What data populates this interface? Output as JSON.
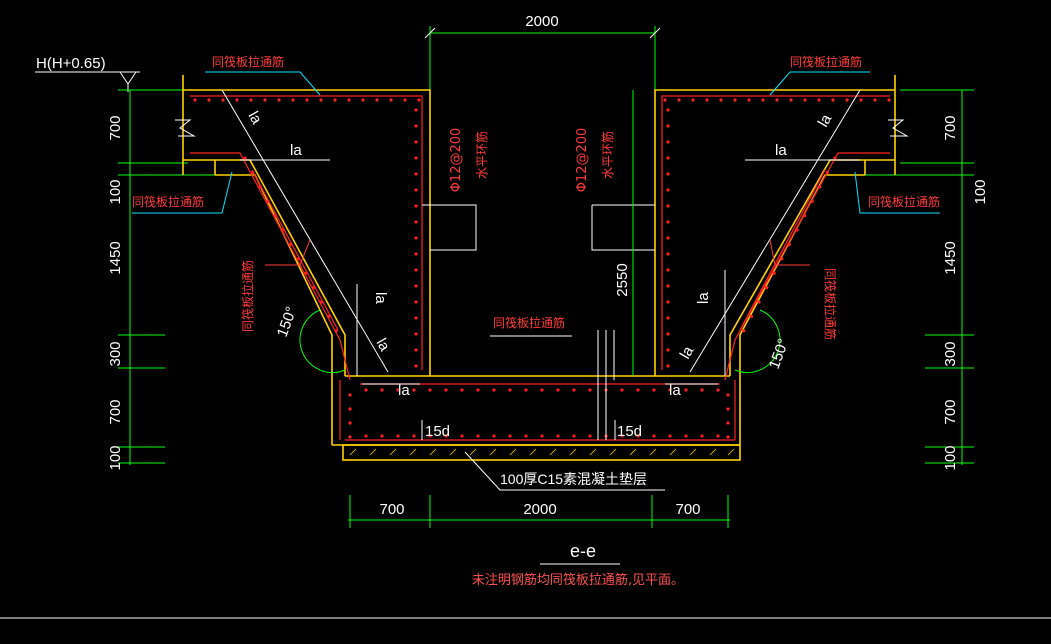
{
  "top_dimension": "2000",
  "elevation_label": "H(H+0.65)",
  "left_dims": [
    "700",
    "100",
    "1450",
    "300",
    "700",
    "100"
  ],
  "right_dims": [
    "700",
    "100",
    "1450",
    "300",
    "700",
    "100"
  ],
  "bottom_dims": [
    "700",
    "2000",
    "700"
  ],
  "depth_dim": "2550",
  "labels": {
    "same_slab_rebar": "同筏板拉通筋",
    "la": "la",
    "bar_spec": "Φ12@200",
    "horizontal_ring": "水平环筋",
    "angle": "150°",
    "fifteen_d": "15d",
    "cushion": "100厚C15素混凝土垫层"
  },
  "section_title": "e-e",
  "note": "未注明钢筋均同筏板拉通筋,见平面。",
  "colors": {
    "background": "#000000",
    "dimension_line": "#00ff00",
    "concrete": "#ffd200",
    "rebar": "#ff2020",
    "leader": "#00e5ff",
    "text": "#ffffff"
  }
}
